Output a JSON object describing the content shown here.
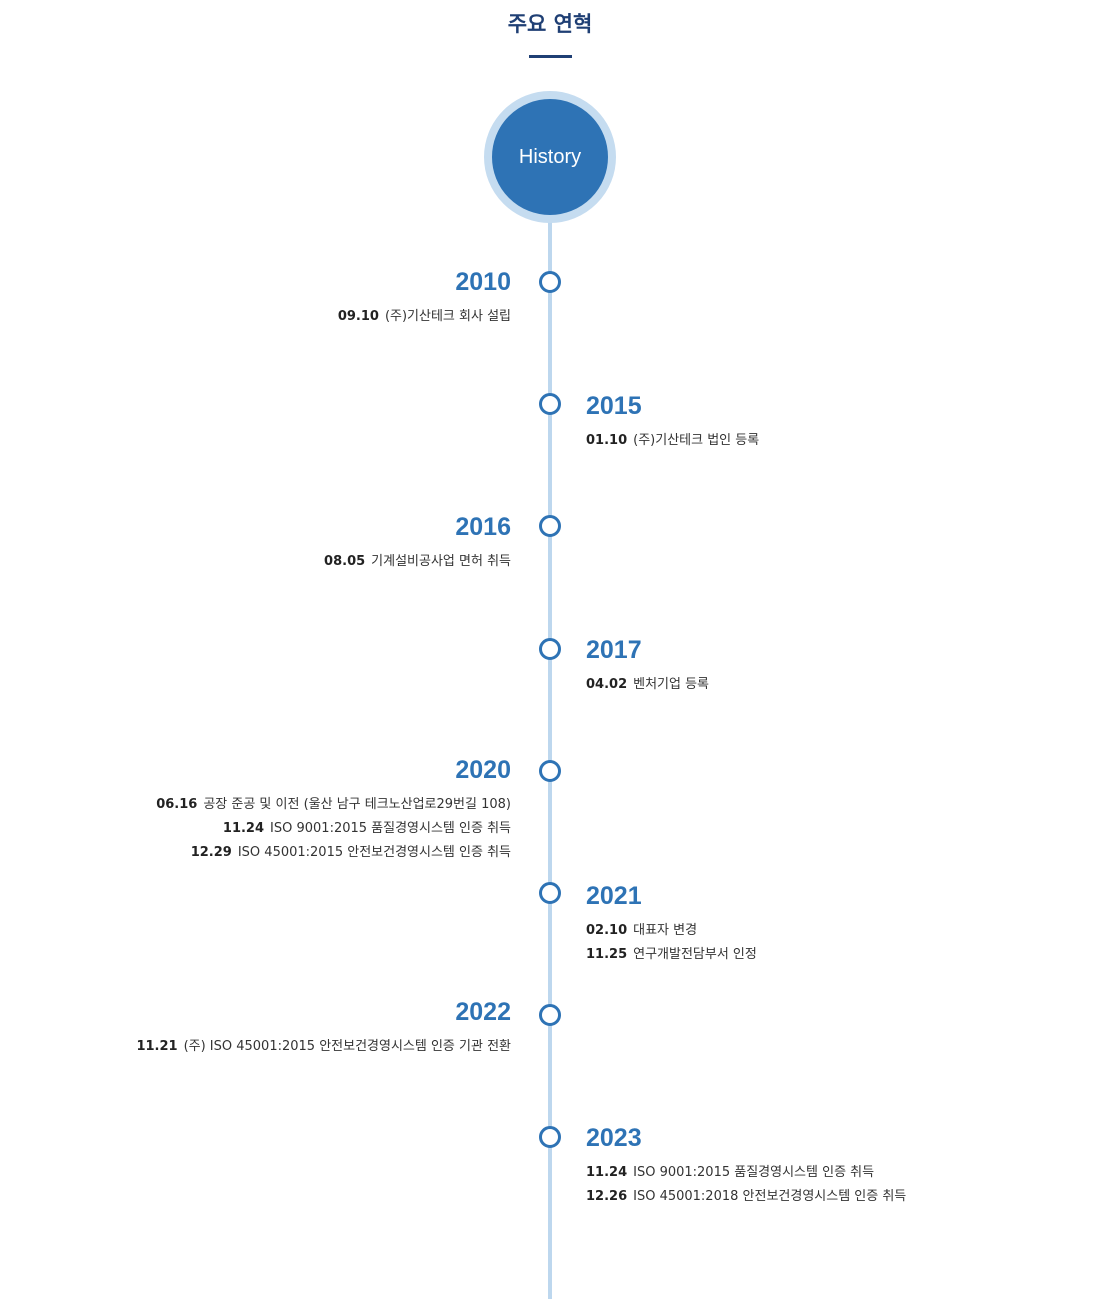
{
  "page_title": "주요 연혁",
  "badge_label": "History",
  "entries": [
    {
      "year": "2010",
      "side": "left",
      "events": [
        {
          "date": "09.10",
          "text": "(주)기산테크 회사 설립"
        }
      ]
    },
    {
      "year": "2015",
      "side": "right",
      "events": [
        {
          "date": "01.10",
          "text": "(주)기산테크 법인 등록"
        }
      ]
    },
    {
      "year": "2016",
      "side": "left",
      "events": [
        {
          "date": "08.05",
          "text": "기계설비공사업 면허 취득"
        }
      ]
    },
    {
      "year": "2017",
      "side": "right",
      "events": [
        {
          "date": "04.02",
          "text": "벤처기업 등록"
        }
      ]
    },
    {
      "year": "2020",
      "side": "left",
      "events": [
        {
          "date": "06.16",
          "text": "공장 준공 및 이전 (울산 남구 테크노산업로29번길 108)"
        },
        {
          "date": "11.24",
          "text": "ISO 9001:2015 품질경영시스템 인증 취득"
        },
        {
          "date": "12.29",
          "text": "ISO 45001:2015 안전보건경영시스템 인증 취득"
        }
      ]
    },
    {
      "year": "2021",
      "side": "right",
      "events": [
        {
          "date": "02.10",
          "text": "대표자 변경"
        },
        {
          "date": "11.25",
          "text": "연구개발전담부서 인정"
        }
      ]
    },
    {
      "year": "2022",
      "side": "left",
      "events": [
        {
          "date": "11.21",
          "text": "(주) ISO 45001:2015 안전보건경영시스템 인증 기관 전환"
        }
      ]
    },
    {
      "year": "2023",
      "side": "right",
      "events": [
        {
          "date": "11.24",
          "text": "ISO 9001:2015 품질경영시스템 인증 취득"
        },
        {
          "date": "12.26",
          "text": "ISO 45001:2018 안전보건경영시스템 인증 취득"
        }
      ]
    }
  ]
}
